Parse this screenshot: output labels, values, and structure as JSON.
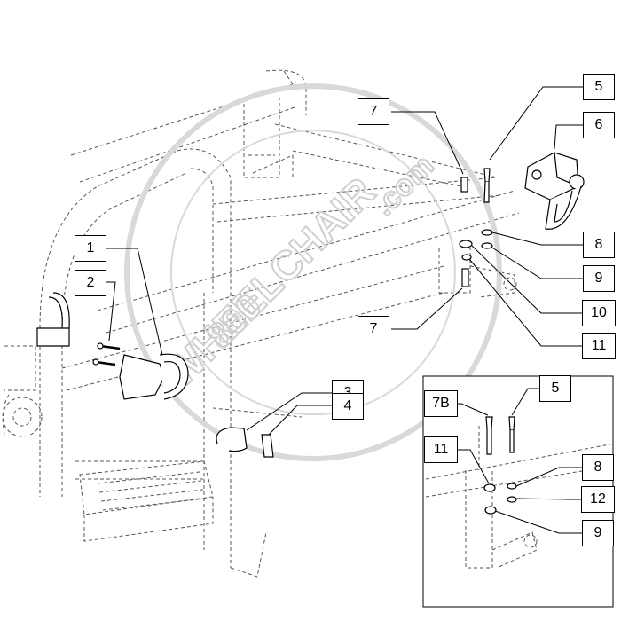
{
  "watermark": {
    "line1": "800",
    "line2": "WHEELCHAIR",
    "line3": ".com"
  },
  "main_callouts": [
    {
      "id": "c1",
      "label": "1"
    },
    {
      "id": "c2",
      "label": "2"
    },
    {
      "id": "c3",
      "label": "3"
    },
    {
      "id": "c4",
      "label": "4"
    },
    {
      "id": "c5",
      "label": "5"
    },
    {
      "id": "c6",
      "label": "6"
    },
    {
      "id": "c7a",
      "label": "7"
    },
    {
      "id": "c7b",
      "label": "7"
    },
    {
      "id": "c8",
      "label": "8"
    },
    {
      "id": "c9",
      "label": "9"
    },
    {
      "id": "c10",
      "label": "10"
    },
    {
      "id": "c11",
      "label": "11"
    }
  ],
  "inset_callouts": [
    {
      "id": "i7b",
      "label": "7B"
    },
    {
      "id": "i5",
      "label": "5"
    },
    {
      "id": "i11",
      "label": "11"
    },
    {
      "id": "i8",
      "label": "8"
    },
    {
      "id": "i12",
      "label": "12"
    },
    {
      "id": "i9",
      "label": "9"
    }
  ],
  "colors": {
    "line": "#000000",
    "dashed": "#555555",
    "watermark": "#d9d9d9"
  }
}
